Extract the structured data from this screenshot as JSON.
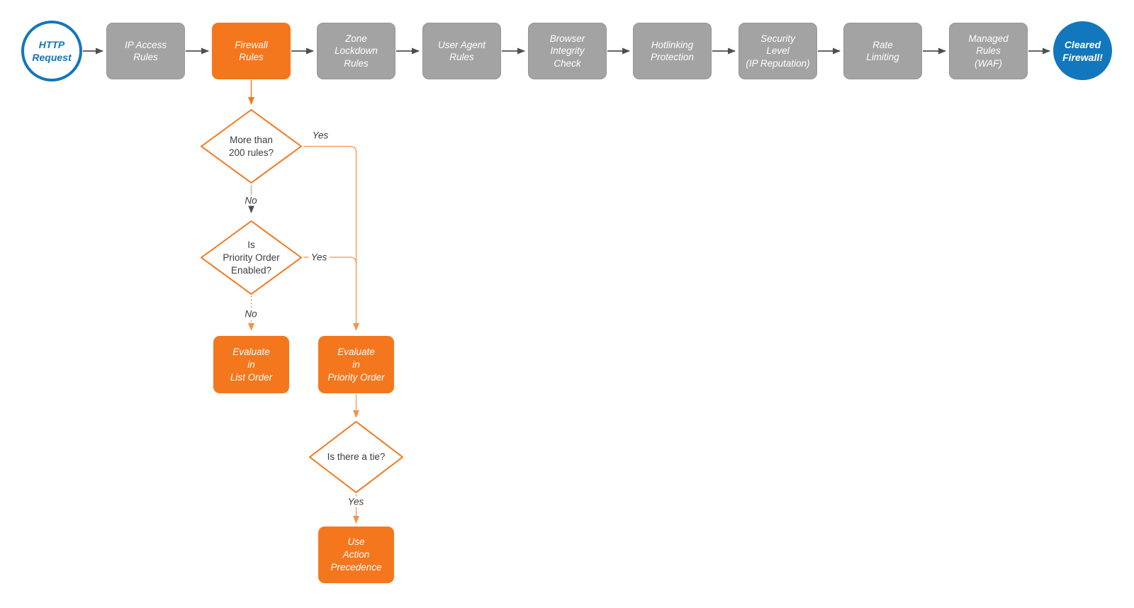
{
  "colors": {
    "orange": "#F4771D",
    "box-gray": "#A3A3A3",
    "box-gray-border": "#8A8A8A",
    "blue": "#1277BD",
    "edge-gray": "#4F4F4F",
    "soft-gray": "#B5B5B5",
    "ink": "#3D3D3D"
  },
  "pipeline": {
    "start_label": "HTTP\nRequest",
    "stages": [
      {
        "id": "ip-access-rules",
        "label": "IP Access\nRules"
      },
      {
        "id": "firewall-rules",
        "label": "Firewall\nRules"
      },
      {
        "id": "zone-lockdown-rules",
        "label": "Zone\nLockdown\nRules"
      },
      {
        "id": "user-agent-rules",
        "label": "User Agent\nRules"
      },
      {
        "id": "browser-integrity-check",
        "label": "Browser\nIntegrity\nCheck"
      },
      {
        "id": "hotlinking-protection",
        "label": "Hotlinking\nProtection"
      },
      {
        "id": "security-level",
        "label": "Security\nLevel\n(IP Reputation)"
      },
      {
        "id": "rate-limiting",
        "label": "Rate\nLimiting"
      },
      {
        "id": "managed-rules-waf",
        "label": "Managed\nRules\n(WAF)"
      }
    ],
    "end_label": "Cleared\nFirewall!"
  },
  "firewall_branch": {
    "decision_rule_count": {
      "question": "More than\n200 rules?",
      "yes": "Yes",
      "no": "No"
    },
    "decision_priority_order": {
      "question": "Is\nPriority Order\nEnabled?",
      "yes": "Yes",
      "no": "No"
    },
    "evaluate_list_order": {
      "label": "Evaluate\nin\nList Order"
    },
    "evaluate_priority_order": {
      "label": "Evaluate\nin\nPriority Order"
    },
    "decision_tie": {
      "question": "Is there a tie?",
      "yes": "Yes"
    },
    "use_action_precedence": {
      "label": "Use\nAction\nPrecedence"
    }
  }
}
